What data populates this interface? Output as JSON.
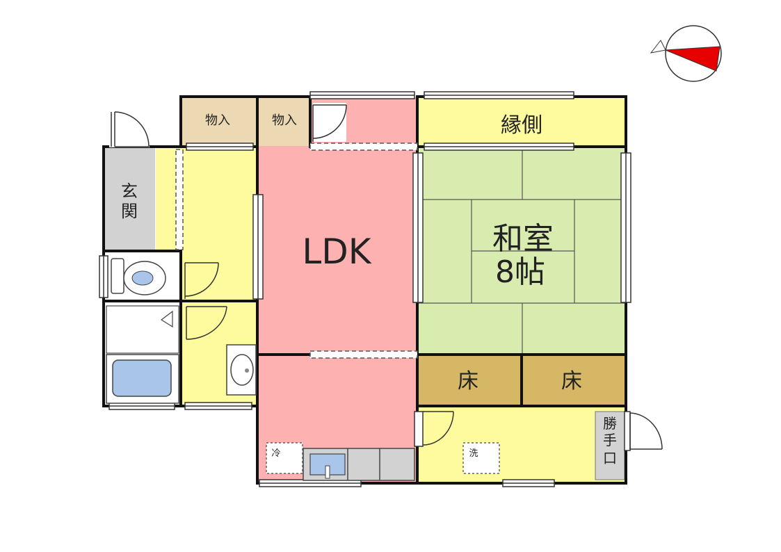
{
  "rooms": {
    "ldk": "LDK",
    "washitsu_name": "和室",
    "washitsu_size": "8帖",
    "engawa": "縁側",
    "monoire_1": "物入",
    "monoire_2": "物入",
    "genkan_1": "玄",
    "genkan_2": "関",
    "toko_1": "床",
    "toko_2": "床",
    "katteguchi_1": "勝",
    "katteguchi_2": "手",
    "katteguchi_3": "口"
  },
  "fixtures": {
    "fridge": "冷",
    "washer": "洗"
  },
  "colors": {
    "ldk": "#fdb1b1",
    "corridor": "#fdfb9d",
    "tatami": "#d9ecaf",
    "toko": "#d5b766",
    "storage": "#ecd9b4",
    "genkan": "#d2d2d2",
    "bath": "#a9c5e9",
    "wall": "#111111"
  },
  "compass": {
    "icon": "north-arrow-icon"
  }
}
